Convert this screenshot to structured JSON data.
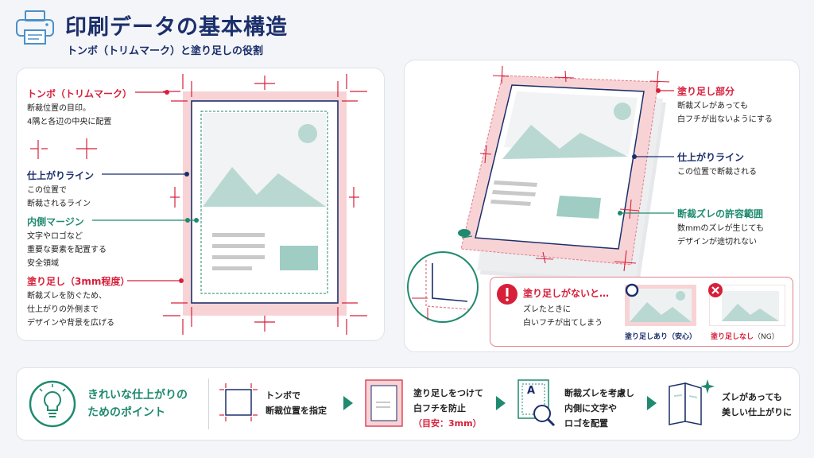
{
  "header": {
    "title": "印刷データの基本構造",
    "subtitle": "トンボ（トリムマーク）と塗り足しの役割"
  },
  "left_panel": {
    "trim_marks": {
      "label": "トンボ（トリムマーク）",
      "lines": [
        "断裁位置の目印。",
        "4隅と各辺の中央に配置"
      ]
    },
    "finish_line": {
      "label": "仕上がりライン",
      "lines": [
        "この位置で",
        "断裁されるライン"
      ]
    },
    "inner_margin": {
      "label": "内側マージン",
      "lines": [
        "文字やロゴなど",
        "重要な要素を配置する",
        "安全領域"
      ]
    },
    "bleed": {
      "label": "塗り足し（3mm程度）",
      "lines": [
        "断裁ズレを防ぐため、",
        "仕上がりの外側まで",
        "デザインや背景を広げる"
      ]
    }
  },
  "right_panel": {
    "bleed_part": {
      "label": "塗り足し部分",
      "lines": [
        "断裁ズレがあっても",
        "白フチが出ないようにする"
      ]
    },
    "finish_line": {
      "label": "仕上がりライン",
      "lines": [
        "この位置で断裁される"
      ]
    },
    "tolerance": {
      "label": "断裁ズレの許容範囲",
      "lines": [
        "数mmのズレが生じても",
        "デザインが途切れない"
      ]
    },
    "warning": {
      "title": "塗り足しがないと…",
      "lines": [
        "ズレたときに",
        "白いフチが出てしまう"
      ],
      "with_bleed": "塗り足しあり（安心）",
      "without_bleed": "塗り足しなし",
      "without_bleed_suffix": "（NG）"
    }
  },
  "bottom": {
    "heading": [
      "きれいな仕上がりの",
      "ためのポイント"
    ],
    "steps": [
      {
        "lines": [
          "トンボで",
          "断裁位置を指定"
        ]
      },
      {
        "lines": [
          "塗り足しをつけて",
          "白フチを防止"
        ],
        "note": "（目安：3mm）"
      },
      {
        "lines": [
          "断裁ズレを考慮し",
          "内側に文字や",
          "ロゴを配置"
        ],
        "icon_letter": "A"
      },
      {
        "lines": [
          "ズレがあっても",
          "美しい仕上がりに"
        ]
      }
    ]
  },
  "colors": {
    "navy": "#1b2f6b",
    "red": "#d71f3a",
    "green": "#1f8a6f",
    "bleed_pink": "#f8d3d6",
    "illustration_teal": "#b8d8d1"
  },
  "icons": [
    "printer-icon",
    "crop-mark-icon",
    "lightbulb-icon",
    "warning-icon",
    "check-circle-icon",
    "cross-circle-icon",
    "magnifier-icon",
    "brochure-icon",
    "arrow-right-icon",
    "sparkle-icon"
  ]
}
